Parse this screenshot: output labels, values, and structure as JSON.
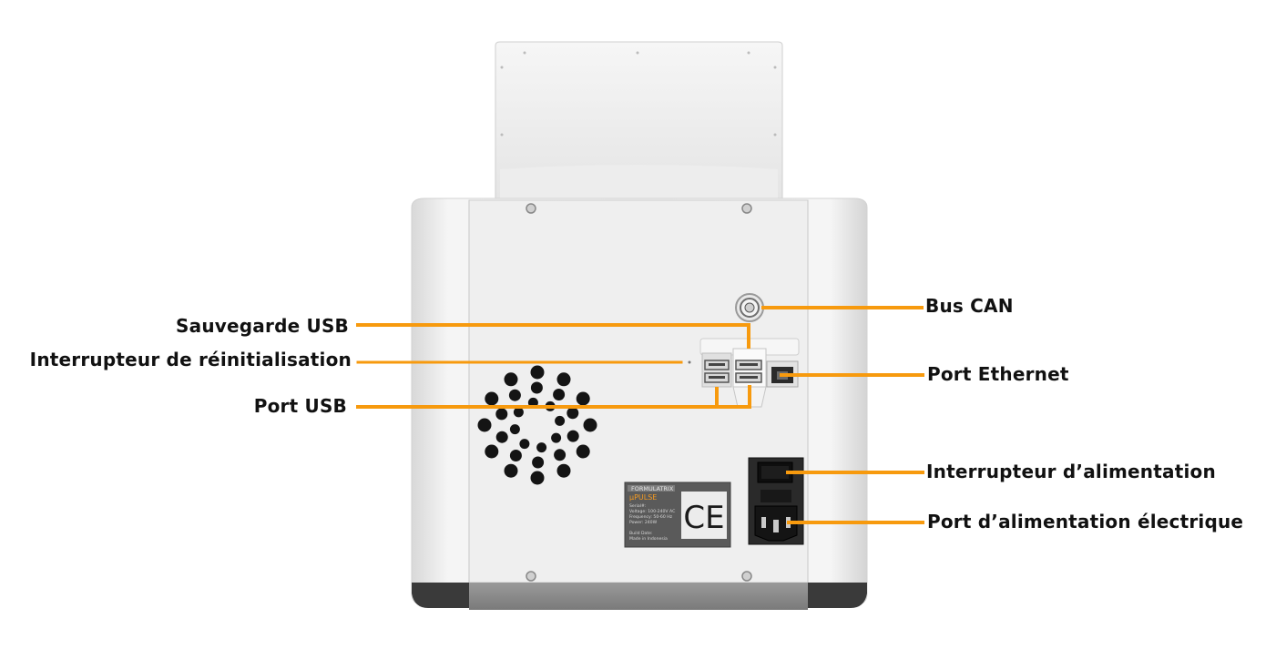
{
  "colors": {
    "callout": "#f79a0e",
    "body": "#f1f1f1",
    "body_edge": "#d9d9d9",
    "panel": "#ececec",
    "base": "#8e8e8e",
    "hole": "#141414",
    "nameplate": "#555555",
    "nameplate_text": "#e6e6e6"
  },
  "nameplate": {
    "brand": "FORMULATRIX",
    "product": "µPULSE",
    "lines": [
      "Serial#:",
      "Voltage: 100-240V AC",
      "Frequency: 50-60 Hz",
      "Power: 240W"
    ],
    "build": "Build Date:",
    "origin": "Made in Indonesia",
    "mark": "CE"
  },
  "callouts": {
    "sauvegarde_usb": "Sauvegarde USB",
    "reinitialisation": "Interrupteur de réinitialisation",
    "port_usb": "Port USB",
    "bus_can": "Bus CAN",
    "port_ethernet": "Port Ethernet",
    "interrupteur_alimentation": "Interrupteur d’alimentation",
    "port_alimentation": "Port d’alimentation électrique"
  },
  "icons": {
    "vent": "ventilation-grille-icon",
    "can": "circular-connector-icon",
    "usb": "usb-port-icon",
    "ethernet": "rj45-port-icon",
    "power_switch": "rocker-switch-icon",
    "power_inlet": "iec-inlet-icon",
    "ce": "ce-mark-icon"
  }
}
